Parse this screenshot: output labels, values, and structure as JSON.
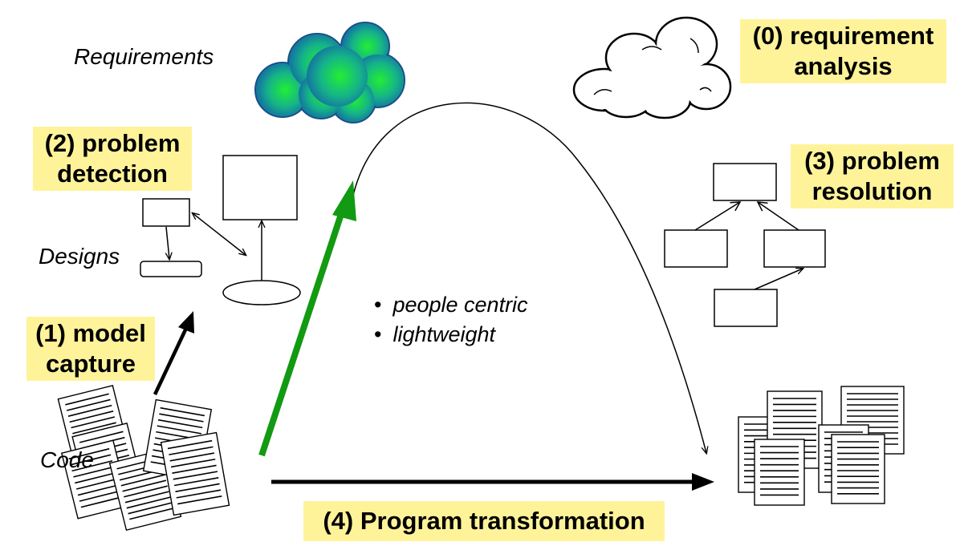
{
  "labels": {
    "requirements": "Requirements",
    "designs": "Designs",
    "code": "Code"
  },
  "steps": {
    "step0": [
      "(0) requirement",
      "analysis"
    ],
    "step1": [
      "(1) model",
      "capture"
    ],
    "step2": [
      "(2) problem",
      "detection"
    ],
    "step3": [
      "(3) problem",
      "resolution"
    ],
    "step4": "(4) Program transformation"
  },
  "bullets": [
    "people centric",
    "lightweight"
  ],
  "colors": {
    "step_highlight": "#fff39a",
    "green_arrow": "#129a12",
    "cloud_gradient_inner": "#22ee33",
    "cloud_gradient_outer": "#1466a8"
  },
  "icons": [
    "colored-cloud-icon",
    "outline-cloud-icon",
    "document-stack-icon",
    "uml-class-icon"
  ]
}
